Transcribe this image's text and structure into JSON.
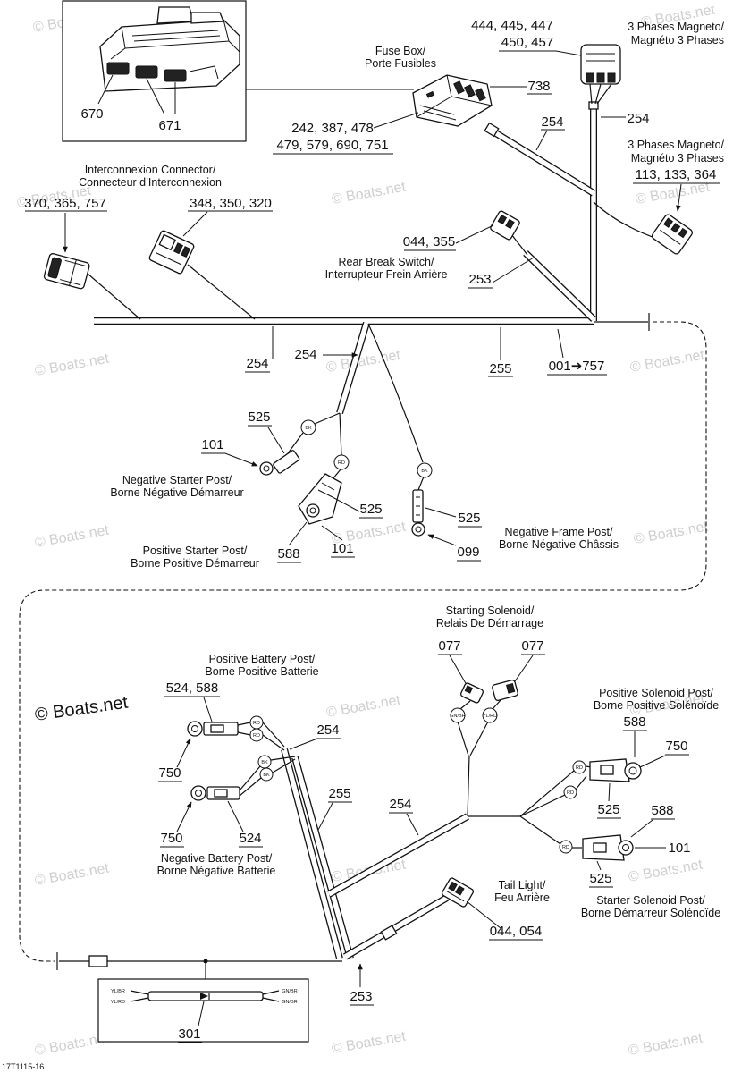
{
  "watermark": "© Boats.net",
  "figure_code": "17T1115-16",
  "inset": {
    "callout_a": "670",
    "callout_b": "671"
  },
  "fuse_box": {
    "title": "Fuse Box/",
    "subtitle": "Porte Fusibles",
    "part": "738",
    "parts_line1": "242, 387, 478",
    "parts_line2": "479, 579, 690, 751"
  },
  "magneto_top": {
    "title": "3 Phases Magneto/",
    "subtitle": "Magnéto 3 Phases",
    "parts_line1": "444, 445, 447",
    "parts_line2": "450, 457"
  },
  "magneto_side": {
    "title": "3 Phases Magneto/",
    "subtitle": "Magnéto 3 Phases",
    "parts": "113, 133, 364"
  },
  "interconnect": {
    "title": "Interconnexion Connector/",
    "subtitle": "Connecteur d’Interconnexion",
    "parts": "370, 365, 757"
  },
  "connector_348": {
    "parts": "348, 350, 320"
  },
  "rear_brake": {
    "title": "Rear Break Switch/",
    "subtitle": "Interrupteur Frein Arrière",
    "parts": "044, 355"
  },
  "harness": {
    "fuse_branch": "254",
    "magneto_branch": "254",
    "brake_branch": "253",
    "main_left": "254",
    "main_right": "255",
    "main_code": "001➔757",
    "starter_branch": "254",
    "battery_pos": "254",
    "battery_neg": "255",
    "solenoid_branch": "254",
    "rear": "253"
  },
  "negative_starter_post": {
    "title": "Negative Starter Post/",
    "subtitle": "Borne Négative Démarreur",
    "connector": "525",
    "terminal": "101"
  },
  "positive_starter_post": {
    "title": "Positive Starter Post/",
    "subtitle": "Borne Positive Démarreur",
    "connector": "525",
    "boot": "588",
    "terminal": "101"
  },
  "negative_frame_post": {
    "title": "Negative Frame Post/",
    "subtitle": "Borne Négative Châssis",
    "connector": "525",
    "terminal": "099"
  },
  "starting_solenoid": {
    "title": "Starting Solenoid/",
    "subtitle": "Relais De Démarrage",
    "connector_a": "077",
    "connector_b": "077"
  },
  "positive_battery_post": {
    "title": "Positive Battery Post/",
    "subtitle": "Borne Positive Batterie",
    "parts": "524, 588",
    "terminal": "750"
  },
  "negative_battery_post": {
    "title": "Negative Battery Post/",
    "subtitle": "Borne Négative Batterie",
    "connector": "524",
    "terminal": "750"
  },
  "positive_solenoid_post": {
    "title": "Positive Solenoid Post/",
    "subtitle": "Borne Positive Solénoïde",
    "boot": "588",
    "terminal": "750",
    "connector": "525"
  },
  "starter_solenoid_post": {
    "title": "Starter Solenoid Post/",
    "subtitle": "Borne Démarreur Solénoïde",
    "boot": "588",
    "terminal": "101",
    "connector": "525"
  },
  "tail_light": {
    "title": "Tail Light/",
    "subtitle": "Feu Arrière",
    "parts": "044, 054"
  },
  "diode": {
    "part": "301",
    "left_top": "YL/BR",
    "left_bottom": "YL/RD",
    "right_top": "GN/BR",
    "right_bottom": "GN/BR"
  },
  "wire_colors": {
    "starter_neg": "BK",
    "starter_pos": "RD",
    "frame_neg": "BK",
    "solenoid_a": "GN/BR",
    "solenoid_b": "YL/RD",
    "batt_pos_1": "RD",
    "batt_pos_2": "RD",
    "batt_neg_1": "BK",
    "batt_neg_2": "BK",
    "sol_pos_1": "RD",
    "sol_pos_2": "RD",
    "sol_starter": "RD"
  }
}
